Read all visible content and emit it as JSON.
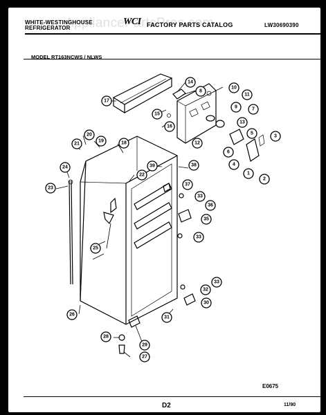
{
  "header": {
    "brand_line1": "WHITE-WESTINGHOUSE",
    "brand_line2": "REFRIGERATOR",
    "logo": "WCI",
    "catalog": "FACTORY PARTS CATALOG",
    "doc_code": "LW30690390"
  },
  "watermark": "AppliancePartsPros.com",
  "model_line": "MODEL RT163NCWS / NLWS",
  "footer": {
    "figure_code": "E0675",
    "page": "D2",
    "date": "11/90"
  },
  "callouts": [
    "1",
    "2",
    "3",
    "4",
    "5",
    "6",
    "7",
    "8",
    "9",
    "10",
    "11",
    "12",
    "13",
    "14",
    "15",
    "16",
    "17",
    "18",
    "19",
    "20",
    "21",
    "22",
    "23",
    "24",
    "25",
    "26",
    "27",
    "28",
    "29",
    "30",
    "31",
    "32",
    "33",
    "33",
    "33",
    "33",
    "35",
    "36",
    "37",
    "38",
    "39"
  ]
}
